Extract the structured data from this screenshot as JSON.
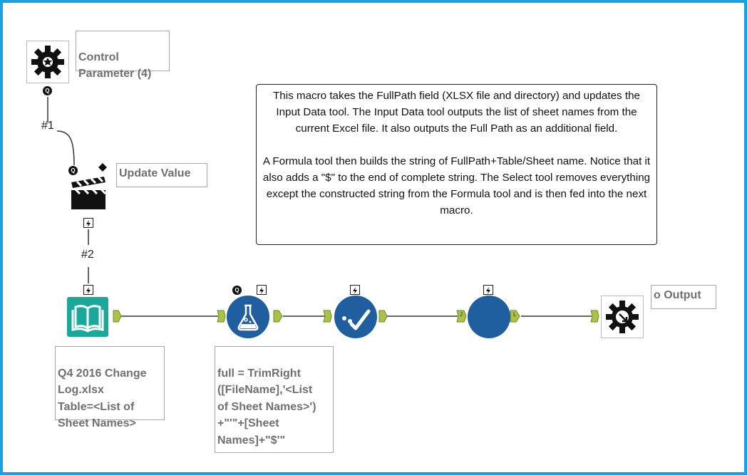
{
  "control_parameter": {
    "label": "Control\nParameter (4)"
  },
  "connections": {
    "wire1": "#1",
    "wire2": "#2"
  },
  "update_value": {
    "label": "Update Value"
  },
  "comment": {
    "paragraph1": "This macro takes the FullPath field (XLSX file and directory) and updates the Input Data tool.  The Input Data tool outputs the list of sheet names from the current Excel file.  It also outputs the Full Path as an additional field.",
    "paragraph2": "A Formula tool then builds the string of FullPath+Table/Sheet name. Notice that it also adds a \"$\" to the end of complete string.  The Select tool removes everything except the constructed string from the Formula tool and is then fed into the next macro."
  },
  "input_data": {
    "annotation": "Q4 2016 Change\nLog.xlsx\nTable=<List of\nSheet Names>"
  },
  "formula": {
    "annotation": "full = TrimRight\n([FileName],'<List\nof Sheet Names>')\n+\"'\"+[Sheet\nNames]+\"$'\""
  },
  "output": {
    "label": "o Output"
  },
  "anchors": {
    "q_badge": "Q",
    "join_left": "J",
    "join_right": "L"
  },
  "colors": {
    "frame": "#1ba1e2",
    "tool_blue": "#1f5fa0",
    "input_teal": "#1aa89a",
    "anchor_green": "#a9c24a"
  }
}
